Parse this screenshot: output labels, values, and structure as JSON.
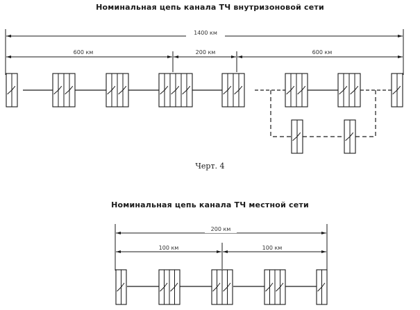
{
  "figure1": {
    "title": "Номинальная цепь канала ТЧ внутризоновой сети",
    "total_span": "1400 км",
    "segments": [
      "600 км",
      "200 км",
      "600 км"
    ],
    "caption": "Черт. 4",
    "main_nodes": [
      {
        "id": "n1",
        "columns": 2
      },
      {
        "id": "n2",
        "columns": 4
      },
      {
        "id": "n3",
        "columns": 4
      },
      {
        "id": "n4",
        "columns": 6
      },
      {
        "id": "n5",
        "columns": 4
      },
      {
        "id": "n6",
        "columns": 4
      },
      {
        "id": "n7",
        "columns": 4
      },
      {
        "id": "n8",
        "columns": 2
      }
    ],
    "branch_nodes": [
      {
        "id": "b1",
        "columns": 2
      },
      {
        "id": "b2",
        "columns": 2
      }
    ]
  },
  "figure2": {
    "title": "Номинальная цепь канала ТЧ местной сети",
    "total_span": "200 км",
    "segments": [
      "100 км",
      "100 км"
    ],
    "main_nodes": [
      {
        "id": "m1",
        "columns": 2
      },
      {
        "id": "m2",
        "columns": 4
      },
      {
        "id": "m3",
        "columns": 4
      },
      {
        "id": "m4",
        "columns": 4
      },
      {
        "id": "m5",
        "columns": 2
      }
    ]
  },
  "colors": {
    "ink": "#1a1a1a",
    "paper": "#ffffff"
  }
}
